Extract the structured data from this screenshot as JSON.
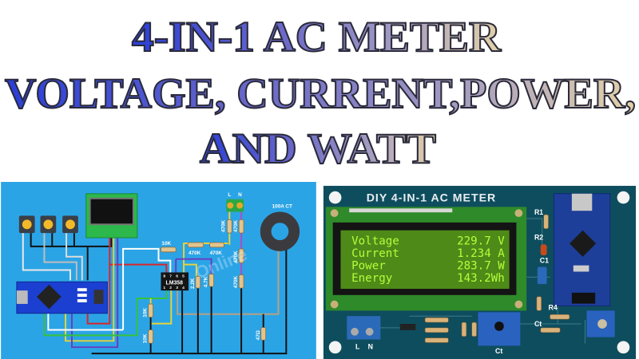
{
  "title": {
    "line1": "4-IN-1  AC METER",
    "line2": "VOLTAGE, CURRENT,POWER,",
    "line3": "AND WATT",
    "gradient_colors": [
      "#2a3fd8",
      "#6a68c8",
      "#a49cc0",
      "#e4d2a8"
    ],
    "outline_color": "#2a2a3a"
  },
  "schematic": {
    "background_color": "#2ba4e6",
    "ct_label": "100A CT",
    "terminal_labels": [
      "L",
      "N"
    ],
    "ic_label": "LM358",
    "ic_pins_top": [
      "8",
      "7",
      "6",
      "5"
    ],
    "ic_pins_bottom": [
      "1",
      "2",
      "3",
      "4"
    ],
    "resistors": {
      "r_top": "10K",
      "r_h1": "470K",
      "r_h2": "470K",
      "r_v1": "470K",
      "r_v2": "470K",
      "r_v3": "470K",
      "r_v4": "470K",
      "r_22": "2.2K",
      "r_47": "4.7K",
      "r_b1": "10K",
      "r_b2": "10K",
      "r_burden": "47Ω"
    },
    "watermark": "Online"
  },
  "pcb": {
    "board_color": "#0e4d5e",
    "title": "DIY 4-IN-1 AC METER",
    "lcd_rows": [
      {
        "label": "Voltage",
        "value": "229.7 V"
      },
      {
        "label": "Current",
        "value": "1.234 A"
      },
      {
        "label": "Power",
        "value": "283.7 W"
      },
      {
        "label": "Energy",
        "value": "143.2Wh"
      }
    ],
    "lcd_text_color": "#b4ff3a",
    "component_labels": {
      "r1": "R1",
      "r2": "R2",
      "c1": "C1",
      "r4": "R4",
      "ct_top": "Ct",
      "ct_bottom": "Ct"
    },
    "terminal_labels": [
      "L",
      "N"
    ]
  }
}
